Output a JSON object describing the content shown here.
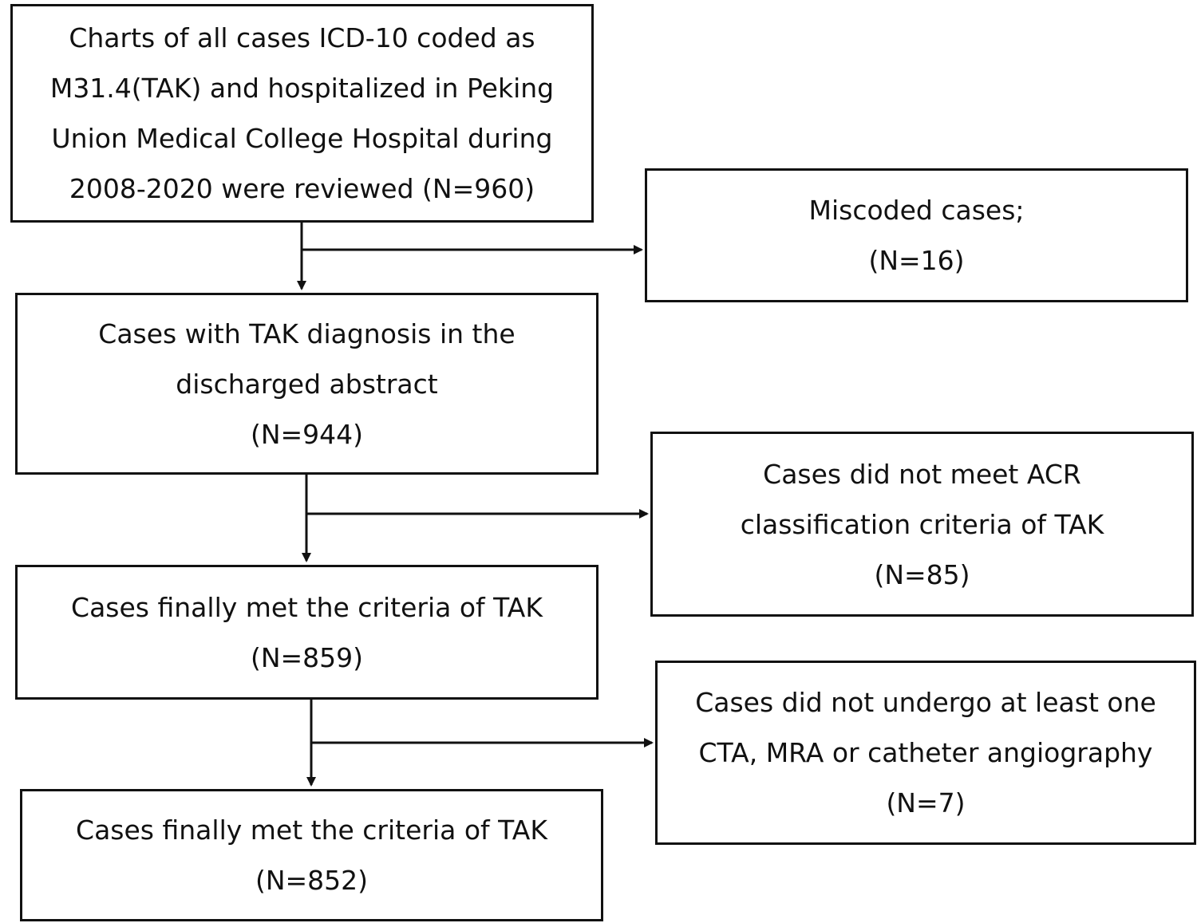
{
  "boxes": {
    "reviewed": {
      "lines": [
        "Charts of all cases ICD-10 coded as",
        "M31.4(TAK) and hospitalized in Peking",
        "Union Medical College Hospital during",
        "2008-2020 were reviewed (N=960)"
      ]
    },
    "miscoded": {
      "lines": [
        "Miscoded cases;",
        "(N=16)"
      ]
    },
    "tak_diagnosis": {
      "lines": [
        "Cases with TAK diagnosis in the",
        "discharged abstract",
        "(N=944)"
      ]
    },
    "not_acr": {
      "lines": [
        "Cases did not meet ACR",
        "classification criteria of TAK",
        "(N=85)"
      ]
    },
    "met_criteria_1": {
      "lines": [
        "Cases finally met the criteria of TAK",
        "(N=859)"
      ]
    },
    "no_angiography": {
      "lines": [
        "Cases did not undergo at least one",
        "CTA, MRA or catheter angiography",
        "(N=7)"
      ]
    },
    "met_criteria_2": {
      "lines": [
        "Cases finally met the criteria of TAK",
        "(N=852)"
      ]
    }
  },
  "colors": {
    "stroke": "#111111",
    "background": "#ffffff"
  }
}
